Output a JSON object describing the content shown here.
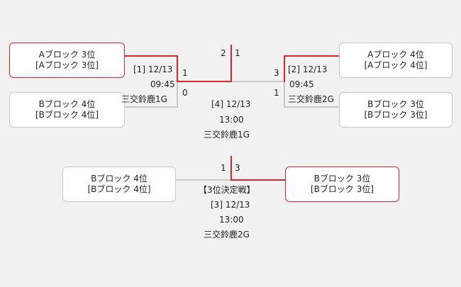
{
  "colors": {
    "win": "#e0262a",
    "line": "#c9c9c9",
    "bg": "#f1f1f1"
  },
  "teams": {
    "a3": {
      "name": "Aブロック 3位",
      "sub": "[Aブロック 3位]"
    },
    "b4": {
      "name": "Bブロック 4位",
      "sub": "[Bブロック 4位]"
    },
    "a4": {
      "name": "Aブロック 4位",
      "sub": "[Aブロック 4位]"
    },
    "b3": {
      "name": "Bブロック 3位",
      "sub": "[Bブロック 3位]"
    },
    "b4_third": {
      "name": "Bブロック 4位",
      "sub": "[Bブロック 4位]"
    },
    "b3_third": {
      "name": "Bブロック 3位",
      "sub": "[Bブロック 3位]"
    }
  },
  "match1": {
    "label": "[1] 12/13",
    "time": "09:45",
    "venue": "三交鈴鹿1G",
    "score_top": "1",
    "score_bottom": "0"
  },
  "match2": {
    "label": "[2] 12/13",
    "time": "09:45",
    "venue": "三交鈴鹿2G",
    "score_top": "3",
    "score_bottom": "1"
  },
  "final": {
    "label": "[4] 12/13",
    "time": "13:00",
    "venue": "三交鈴鹿1G",
    "score_left": "2",
    "score_right": "1"
  },
  "third_place": {
    "title": "【3位決定戦】",
    "label": "[3] 12/13",
    "time": "13:00",
    "venue": "三交鈴鹿2G",
    "score_left": "1",
    "score_right": "3"
  }
}
